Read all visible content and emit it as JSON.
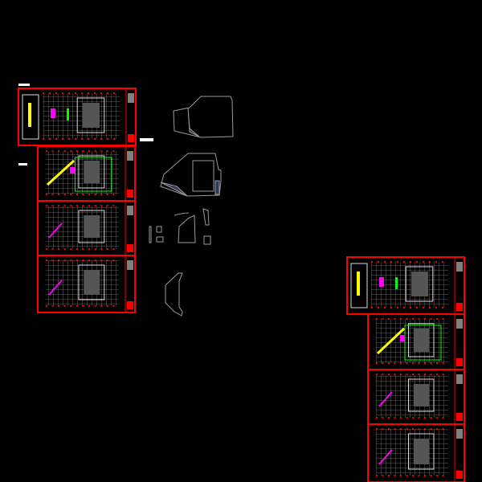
{
  "colors": {
    "background": "#000000",
    "frame": "#ff0000",
    "grid": "#8c8c8c",
    "outline": "#9a9a9a",
    "fill": "#2e3a5c",
    "accent_yellow": "#ffff00",
    "accent_green": "#00ff00",
    "accent_magenta": "#ff00ff",
    "label": "#ffffff"
  },
  "drawing": {
    "left_sheet_group": 4,
    "right_sheet_group": 4,
    "outline_shapes": 4
  }
}
